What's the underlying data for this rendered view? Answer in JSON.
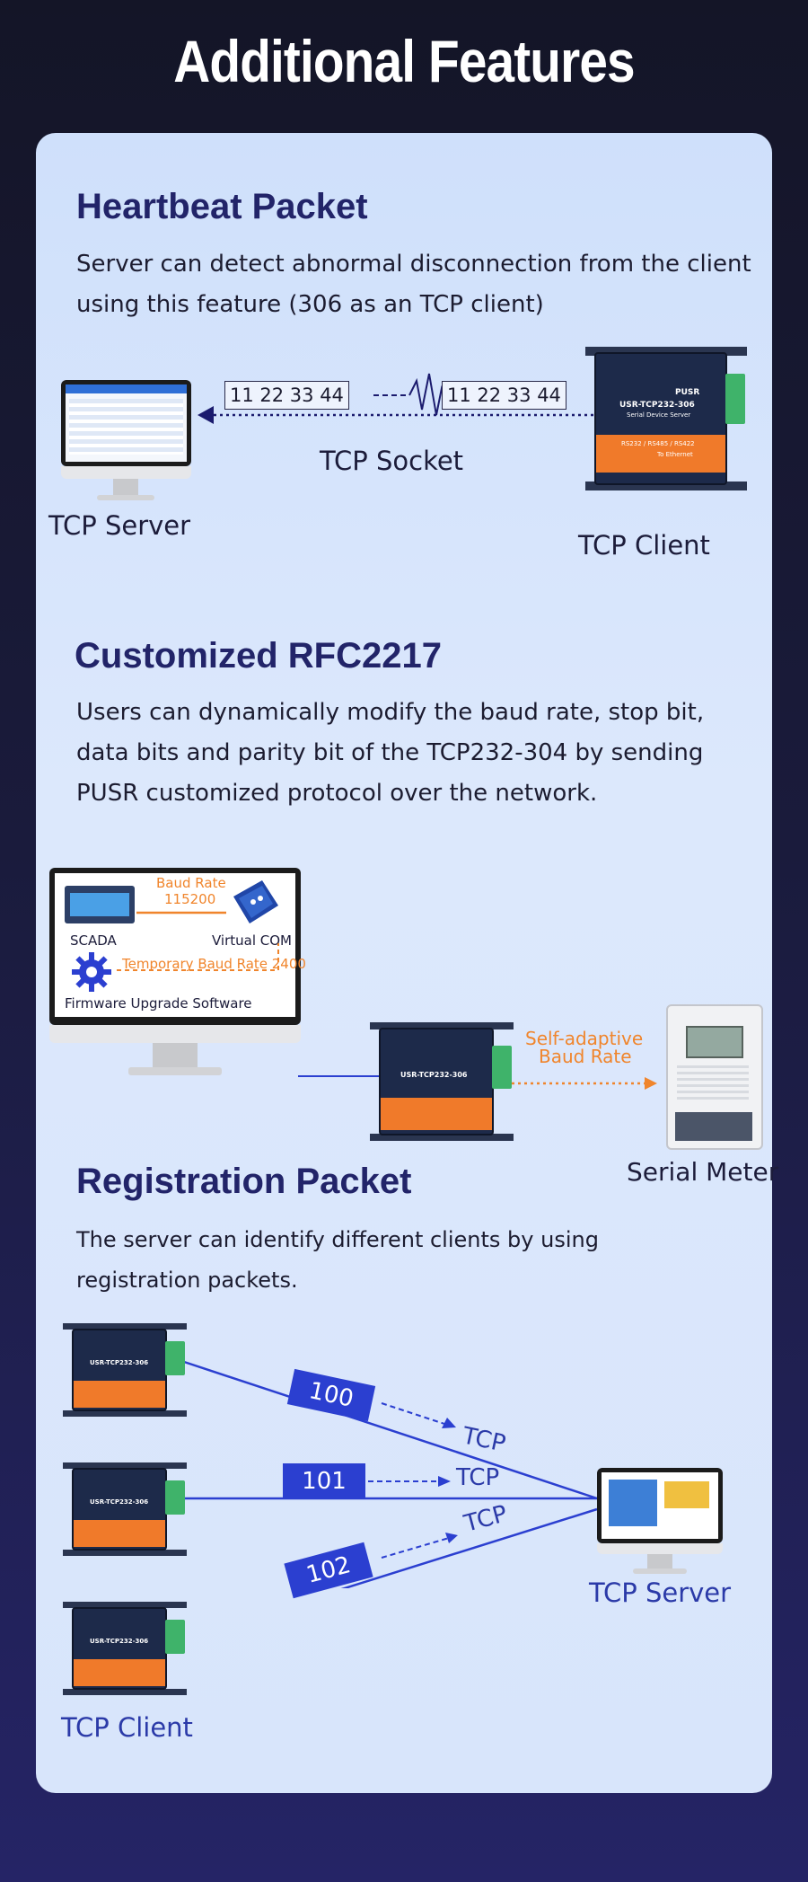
{
  "title": "Additional Features",
  "heartbeat": {
    "heading": "Heartbeat Packet",
    "desc_line1": "Server can detect abnormal disconnection from the client",
    "desc_line2": "using this feature (306 as an TCP client)",
    "packet_left": "11 22 33 44",
    "packet_right": "11 22 33 44",
    "socket_label": "TCP Socket",
    "server_label": "TCP Server",
    "client_label": "TCP Client"
  },
  "rfc2217": {
    "heading": "Customized RFC2217",
    "desc_line1": "Users can dynamically modify the baud rate, stop bit,",
    "desc_line2": "data bits and parity bit of the TCP232-304 by sending",
    "desc_line3": "PUSR customized protocol over the network.",
    "baud_rate_label": "Baud Rate",
    "baud_rate_value": "115200",
    "scada_label": "SCADA",
    "virtual_com_label": "Virtual COM",
    "temp_baud_label": "Temporary Baud Rate 2400",
    "firmware_label": "Firmware Upgrade Software",
    "self_adaptive_line1": "Self-adaptive",
    "self_adaptive_line2": "Baud Rate",
    "meter_label": "Serial Meter"
  },
  "registration": {
    "heading": "Registration Packet",
    "desc_line1": "The server can identify different clients by using",
    "desc_line2": "registration packets.",
    "tags": [
      "100",
      "101",
      "102"
    ],
    "protocol": "TCP",
    "server_label": "TCP Server",
    "client_label": "TCP Client"
  },
  "device": {
    "model": "USR-TCP232-306",
    "subtitle": "Serial Device Server",
    "brand": "PUSR",
    "ports": "RS232 / RS485 / RS422",
    "to_ethernet": "To Ethernet"
  },
  "colors": {
    "accent_blue": "#2b3fd0",
    "navy": "#222469",
    "orange": "#f0852c",
    "panel": "#d8e5fb"
  }
}
